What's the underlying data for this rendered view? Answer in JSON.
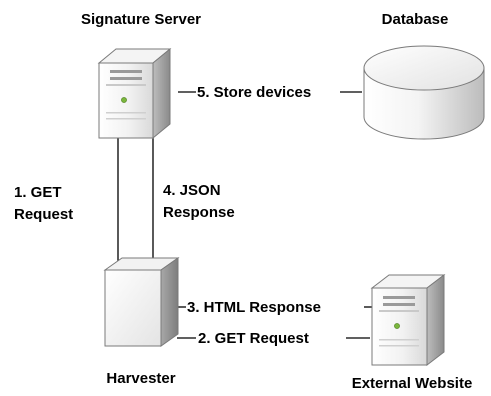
{
  "nodes": {
    "signature_server": "Signature Server",
    "database": "Database",
    "harvester": "Harvester",
    "external_website": "External Website"
  },
  "edges": {
    "get_request_1_line1": "1. GET",
    "get_request_1_line2": "Request",
    "json_response_line1": "4. JSON",
    "json_response_line2": "Response",
    "store_devices": "5. Store devices",
    "html_response": "3. HTML Response",
    "get_request_2": "2. GET Request"
  },
  "colors": {
    "line": "#000000",
    "server_light": "#f7f7f7",
    "server_mid": "#d4d4d4",
    "server_dark": "#8e8e8e",
    "led": "#7ab63c"
  }
}
